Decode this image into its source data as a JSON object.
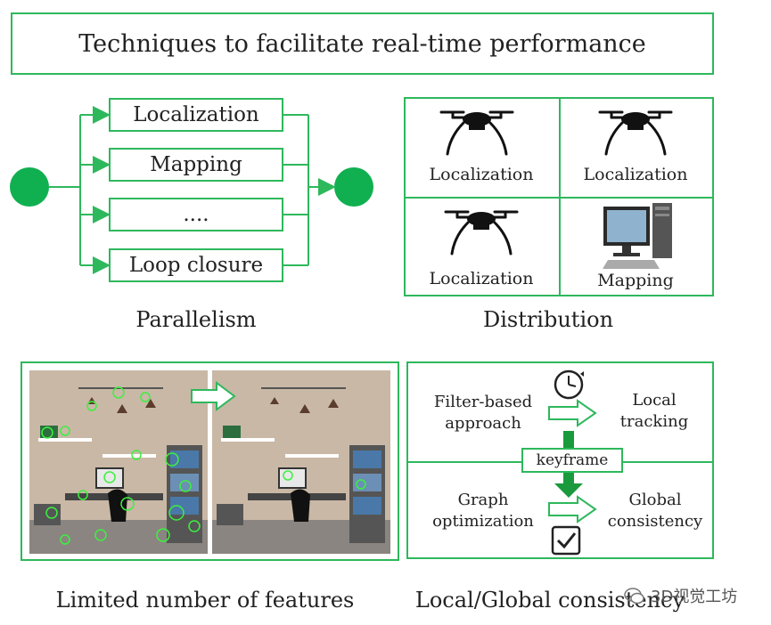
{
  "title": "Techniques to facilitate real-time performance",
  "parallelism": {
    "boxes": [
      "Localization",
      "Mapping",
      "....",
      "Loop closure"
    ],
    "caption": "Parallelism"
  },
  "distribution": {
    "cells": [
      "Localization",
      "Localization",
      "Localization",
      "Mapping"
    ],
    "icons": [
      "drone-icon",
      "drone-icon",
      "drone-icon",
      "desktop-computer-icon"
    ],
    "caption": "Distribution"
  },
  "features": {
    "caption": "Limited number of features"
  },
  "consistency": {
    "filter_label": "Filter-based\napproach",
    "local_label": "Local\ntracking",
    "keyframe_label": "keyframe",
    "graph_label": "Graph\noptimization",
    "global_label": "Global\nconsistency",
    "caption": "Local/Global consistency"
  },
  "watermark": "3D视觉工坊",
  "colors": {
    "accent": "#2eb85c",
    "node": "#10b050",
    "dark_arrow": "#1a9a3c"
  }
}
